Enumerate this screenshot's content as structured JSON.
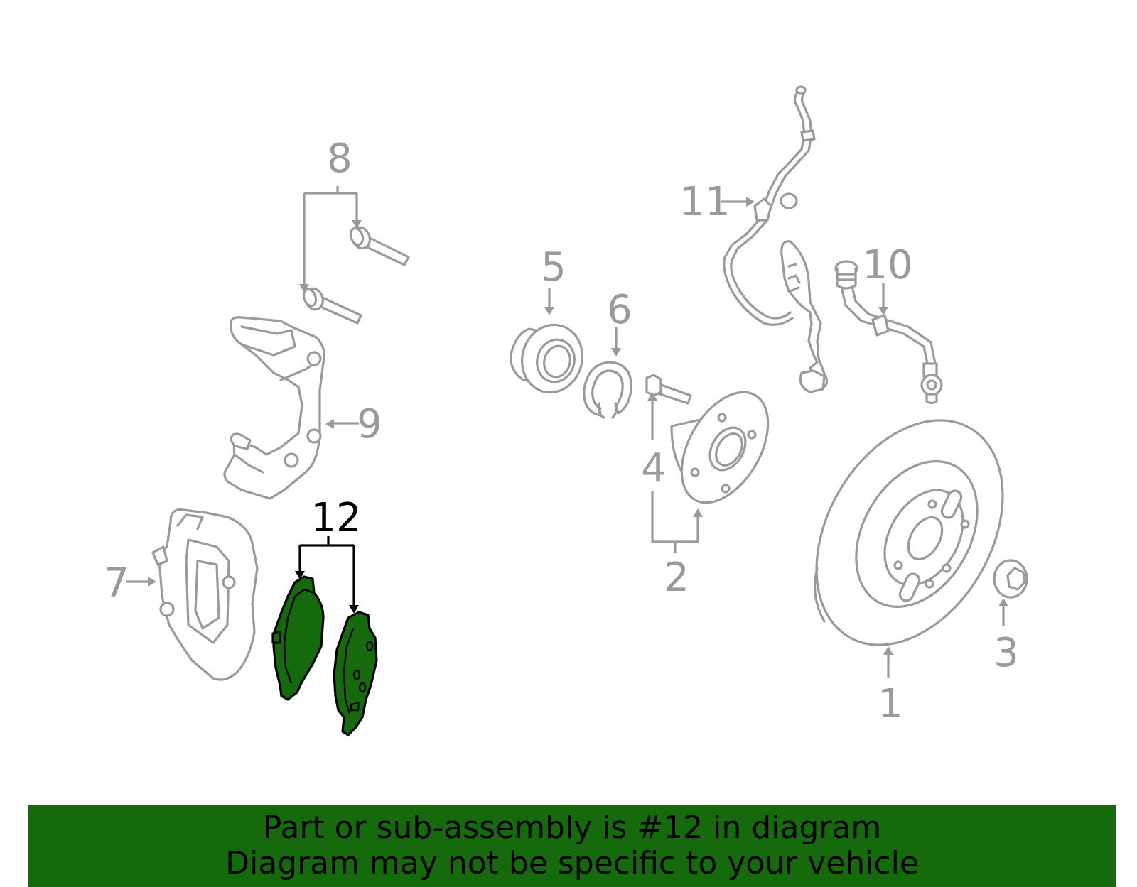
{
  "diagram": {
    "highlight_color": "#156a0c",
    "line_color": "#9a9a9a",
    "callouts": {
      "c1": "1",
      "c2": "2",
      "c3": "3",
      "c4": "4",
      "c5": "5",
      "c6": "6",
      "c7": "7",
      "c8": "8",
      "c9": "9",
      "c10": "10",
      "c11": "11",
      "c12": "12"
    },
    "highlighted_callout": "12"
  },
  "banner": {
    "line1": "Part or sub-assembly is #12 in diagram",
    "line2": "Diagram may not be specific to your vehicle"
  }
}
